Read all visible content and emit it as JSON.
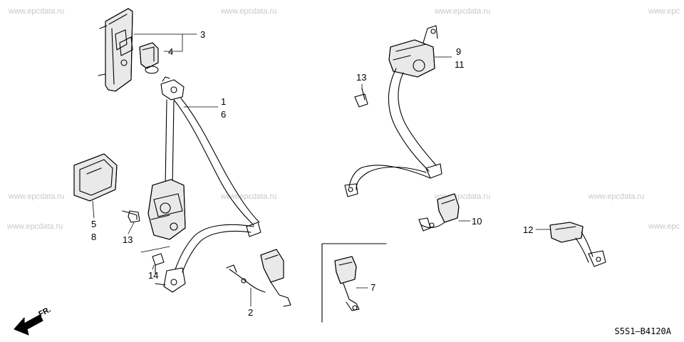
{
  "watermarks": [
    "www.epcdata.ru",
    "www.epcdata.ru",
    "www.epcdata.ru",
    "www.epc",
    "www.epcdata.ru",
    "www.epcdata.ru",
    "www.epcdata.ru",
    "www.epcdata.ru",
    "www.epc",
    "www.epcdata.ru"
  ],
  "callouts": {
    "c1": "1",
    "c6": "6",
    "c3": "3",
    "c4": "4",
    "c5": "5",
    "c8": "8",
    "c13a": "13",
    "c14": "14",
    "c2": "2",
    "c7": "7",
    "c9": "9",
    "c11": "11",
    "c13b": "13",
    "c10": "10",
    "c12": "12"
  },
  "diagram_code": "S5S1—B4120A",
  "direction_label": "FR."
}
